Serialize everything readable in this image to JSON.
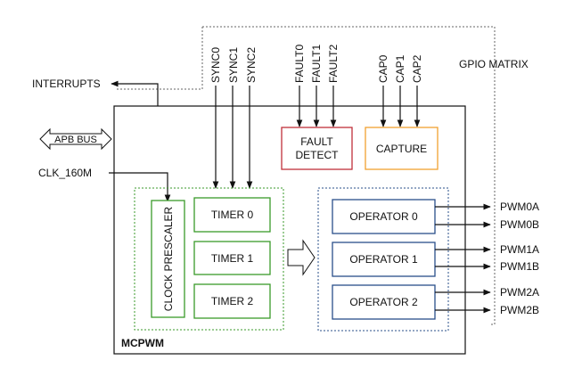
{
  "gpio_matrix": {
    "label": "GPIO MATRIX"
  },
  "sync_inputs": [
    "SYNC0",
    "SYNC1",
    "SYNC2"
  ],
  "fault_inputs": [
    "FAULT0",
    "FAULT1",
    "FAULT2"
  ],
  "cap_inputs": [
    "CAP0",
    "CAP1",
    "CAP2"
  ],
  "interrupts": {
    "label": "INTERRUPTS"
  },
  "apb_bus": {
    "label": "APB BUS"
  },
  "clock": {
    "label": "CLK_160M"
  },
  "fault_detect": {
    "line1": "FAULT",
    "line2": "DETECT",
    "color": "#c0303a"
  },
  "capture": {
    "label": "CAPTURE",
    "color": "#f0a030"
  },
  "prescaler": {
    "label": "CLOCK PRESCALER"
  },
  "timers": [
    "TIMER 0",
    "TIMER 1",
    "TIMER 2"
  ],
  "operators": [
    "OPERATOR 0",
    "OPERATOR 1",
    "OPERATOR 2"
  ],
  "pwm_outputs": [
    "PWM0A",
    "PWM0B",
    "PWM1A",
    "PWM1B",
    "PWM2A",
    "PWM2B"
  ],
  "mcpwm": {
    "label": "MCPWM"
  },
  "colors": {
    "green": "#3a9a2a",
    "blue": "#2a4f8a",
    "line": "#111111"
  }
}
